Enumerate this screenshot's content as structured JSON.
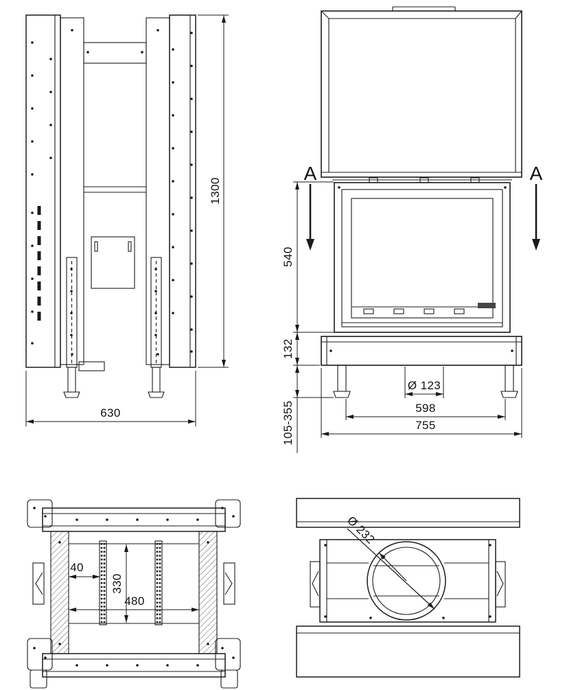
{
  "page": {
    "background": "#ffffff",
    "ink": "#1a1a1a"
  },
  "views": {
    "side_view": {
      "dims": {
        "overall_height": "1300",
        "overall_depth": "630"
      }
    },
    "front_view": {
      "section_marker_left": "A",
      "section_marker_right": "A",
      "dims": {
        "glass_height": "540",
        "base_height": "132",
        "leg_adjust_range": "105-355",
        "flue_spigot_diameter": "Ø 123",
        "inner_width": "598",
        "overall_width": "755"
      }
    },
    "plan_view": {
      "dims": {
        "strip_offset": "40",
        "chamber_depth": "330",
        "inner_width": "480"
      }
    },
    "top_view": {
      "dims": {
        "flue_outlet_diameter": "Ø 232"
      }
    }
  }
}
